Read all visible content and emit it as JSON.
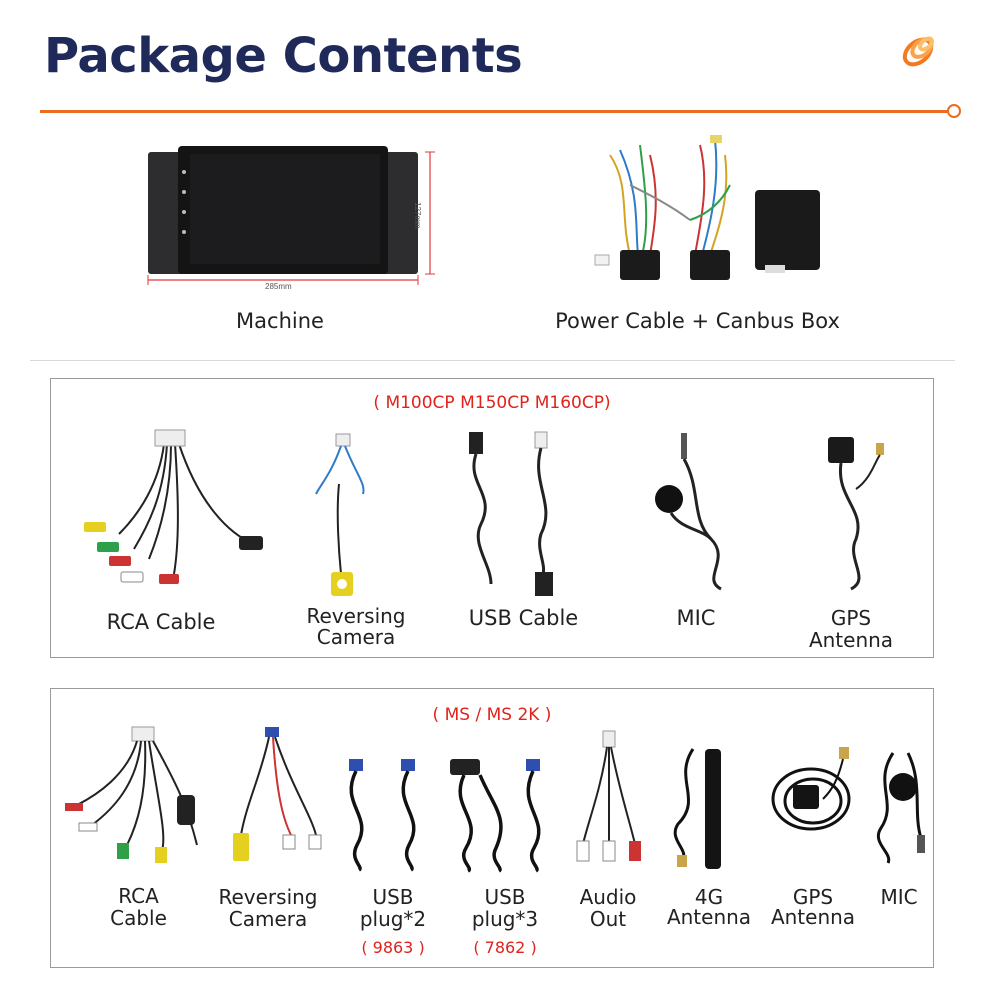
{
  "header": {
    "title": "Package Contents",
    "accent_color": "#ec6b1e",
    "title_color": "#1f2a5a",
    "logo_icon": "orange-coil-logo-icon"
  },
  "top_items": [
    {
      "label": "Machine",
      "width_label": "285mm",
      "height_label": "127mm",
      "icon": "car-stereo-screen-icon"
    },
    {
      "label": "Power Cable + Canbus Box",
      "icon": "power-harness-canbus-icon"
    }
  ],
  "panel1": {
    "title": "( M100CP M150CP M160CP)",
    "items": [
      {
        "label_line1": "RCA Cable",
        "label_line2": "",
        "icon": "rca-cable-icon"
      },
      {
        "label_line1": "Reversing",
        "label_line2": "Camera",
        "icon": "reversing-camera-cable-icon"
      },
      {
        "label_line1": "USB Cable",
        "label_line2": "",
        "icon": "usb-cable-icon"
      },
      {
        "label_line1": "MIC",
        "label_line2": "",
        "icon": "microphone-icon"
      },
      {
        "label_line1": "GPS",
        "label_line2": "Antenna",
        "icon": "gps-antenna-icon"
      }
    ]
  },
  "panel2": {
    "title": "( MS / MS 2K )",
    "items": [
      {
        "label_line1": "RCA",
        "label_line2": "Cable",
        "sub": "",
        "icon": "rca-cable-icon"
      },
      {
        "label_line1": "Reversing",
        "label_line2": "Camera",
        "sub": "",
        "icon": "reversing-camera-cable-icon"
      },
      {
        "label_line1": "USB",
        "label_line2": "plug*2",
        "sub": "( 9863 )",
        "icon": "usb-plug-2-icon"
      },
      {
        "label_line1": "USB",
        "label_line2": "plug*3",
        "sub": "( 7862 )",
        "icon": "usb-plug-3-icon"
      },
      {
        "label_line1": "Audio",
        "label_line2": "Out",
        "sub": "",
        "icon": "audio-out-cable-icon"
      },
      {
        "label_line1": "4G",
        "label_line2": "Antenna",
        "sub": "",
        "icon": "4g-antenna-icon"
      },
      {
        "label_line1": "GPS",
        "label_line2": "Antenna",
        "sub": "",
        "icon": "gps-antenna-icon"
      },
      {
        "label_line1": "MIC",
        "label_line2": "",
        "sub": "",
        "icon": "microphone-icon"
      }
    ]
  }
}
